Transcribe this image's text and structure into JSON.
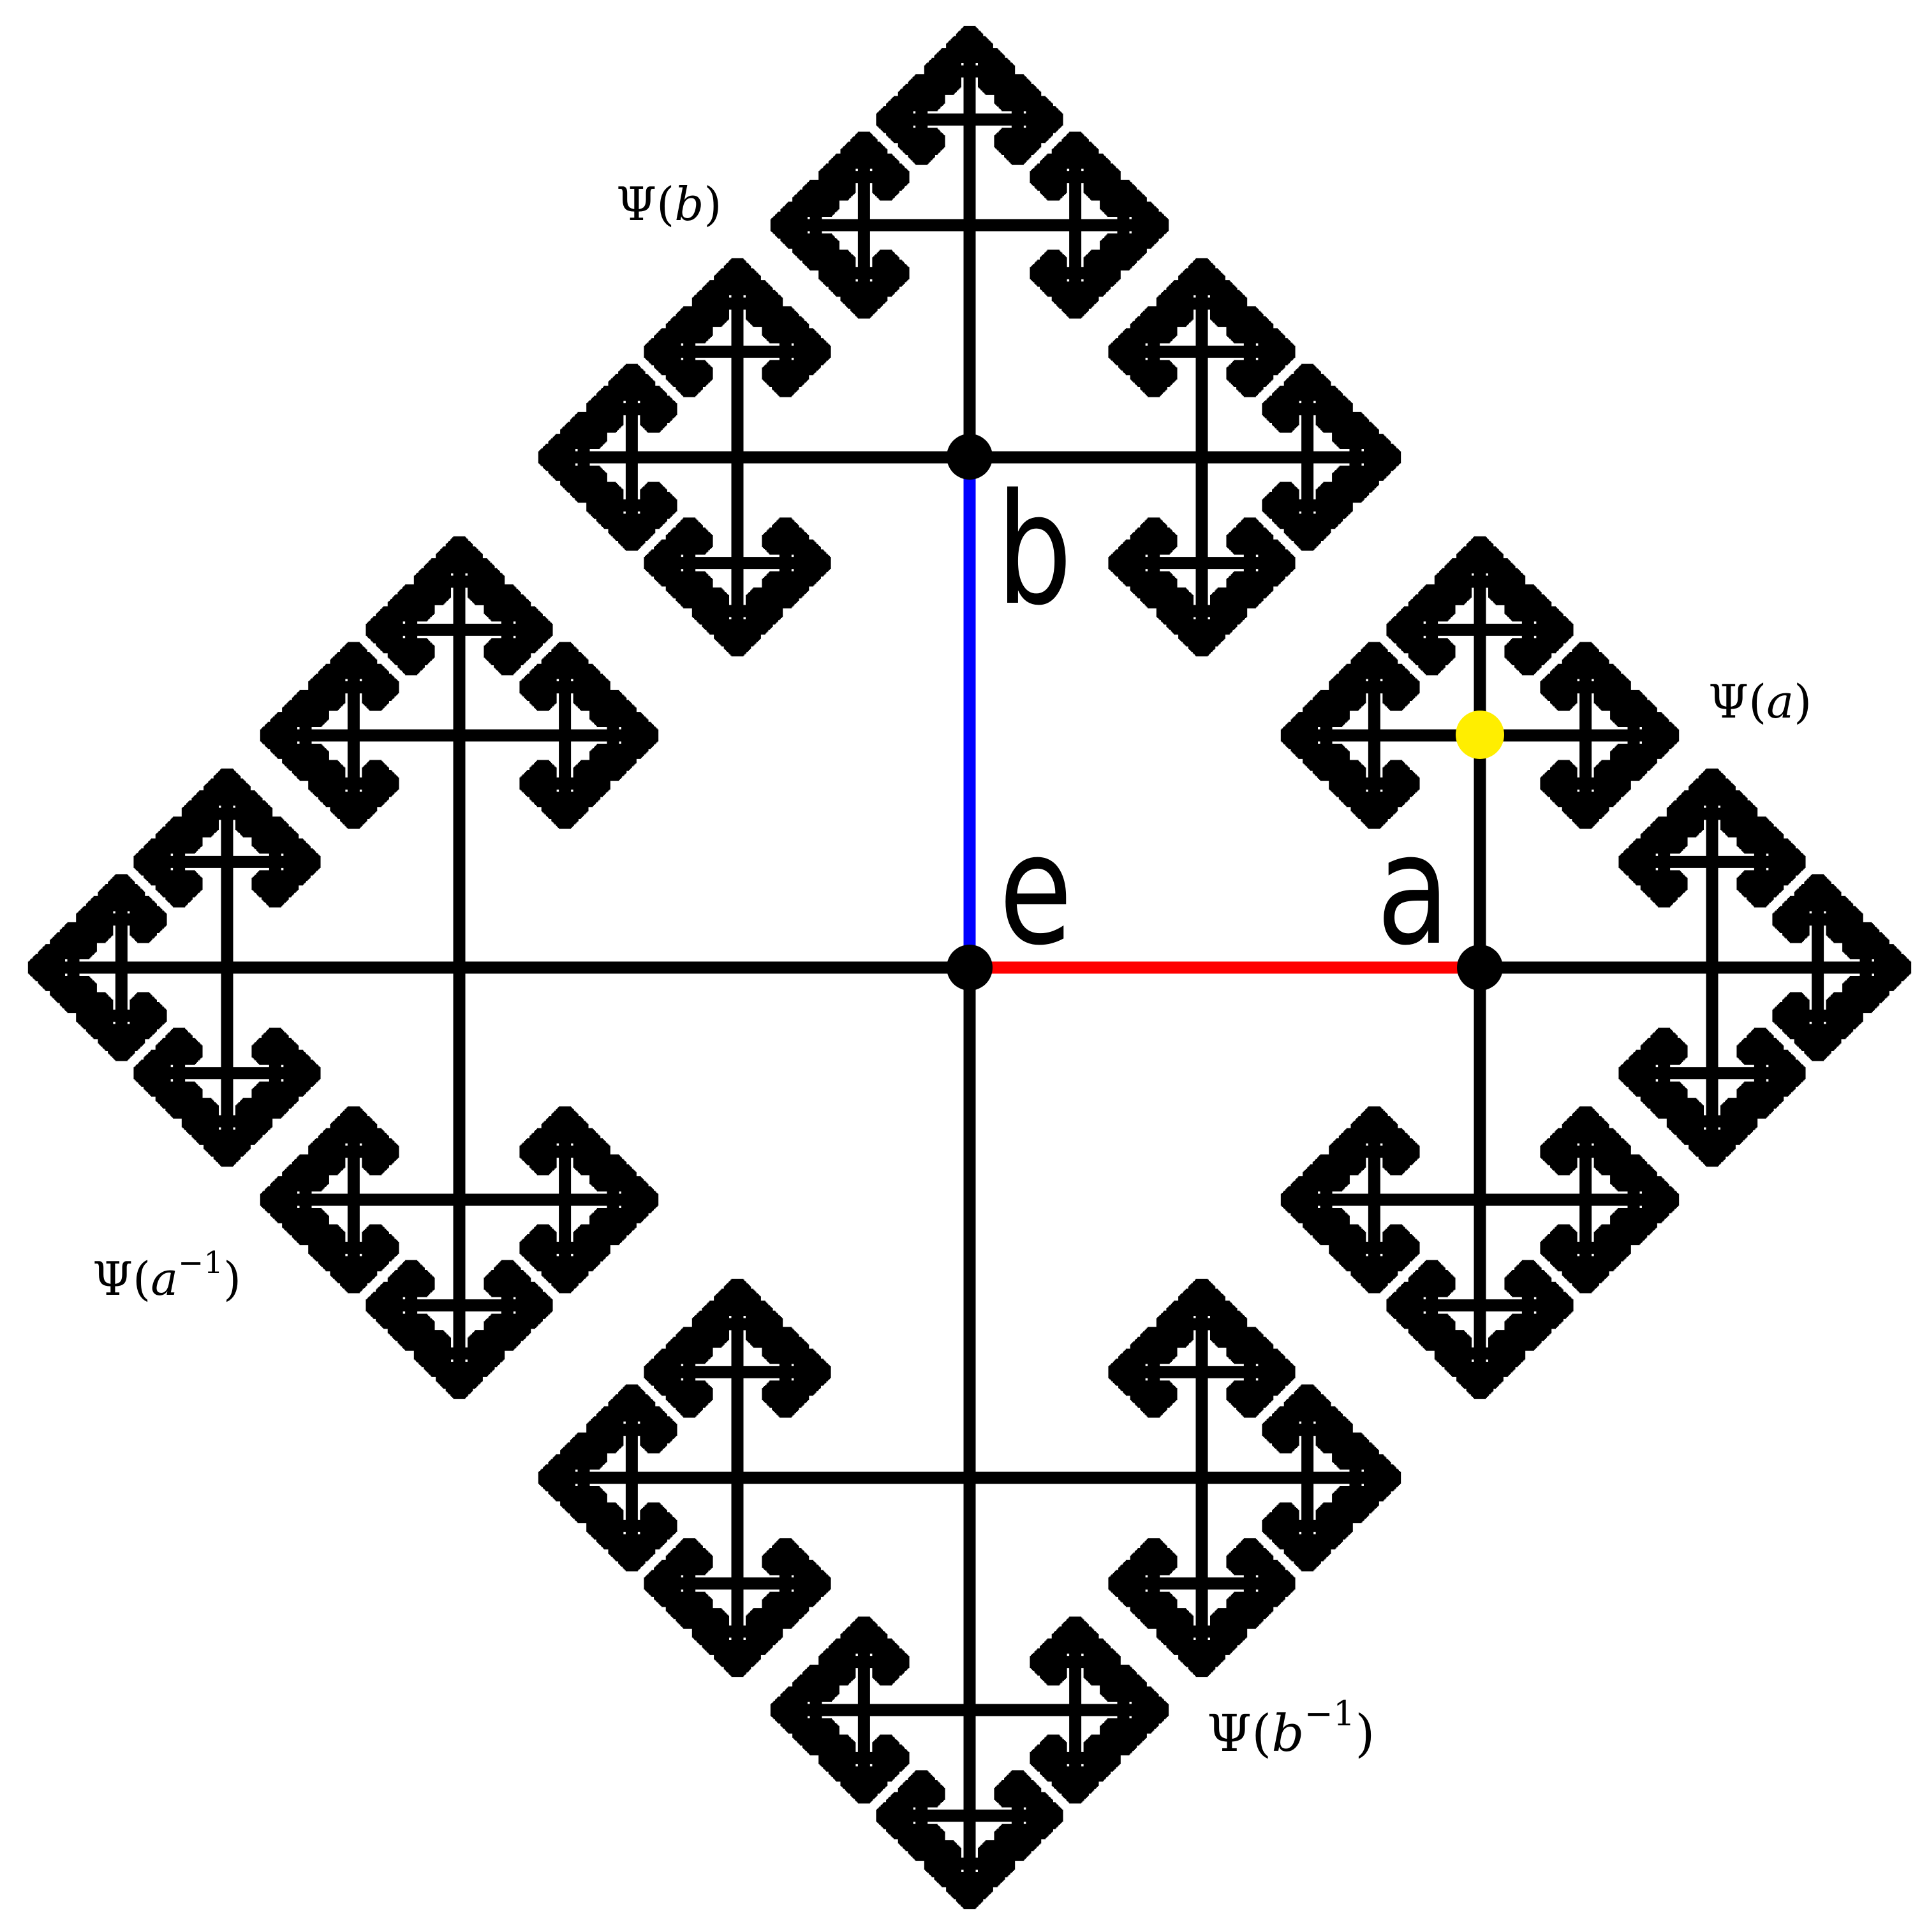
{
  "diagram": {
    "title": "Cayley graph of the free group on generators a and b",
    "generators": [
      "a",
      "b"
    ],
    "branch_ratio": 0.455,
    "depth": 9,
    "colors": {
      "tree": "#000000",
      "edge_a": "#ff0000",
      "edge_b": "#0000ff",
      "highlight_vertex": "#ffee00",
      "vertex": "#000000",
      "background": "#ffffff"
    },
    "vertices": {
      "identity": {
        "label": "e",
        "word": ""
      },
      "a": {
        "label": "a",
        "word": "a"
      },
      "b": {
        "label": "b",
        "word": "b"
      },
      "highlighted": {
        "word": "ab",
        "color_key": "highlight_vertex"
      }
    },
    "highlighted_edges": [
      {
        "from": "e",
        "to": "a",
        "color_key": "edge_a"
      },
      {
        "from": "e",
        "to": "b",
        "color_key": "edge_b"
      }
    ],
    "subtree_labels": [
      {
        "id": "psi-b",
        "prefix": "Ψ(",
        "var": "b",
        "sup": "",
        "suffix": ")"
      },
      {
        "id": "psi-a",
        "prefix": "Ψ(",
        "var": "a",
        "sup": "",
        "suffix": ")"
      },
      {
        "id": "psi-a-inv",
        "prefix": "Ψ(",
        "var": "a",
        "sup": "−1",
        "suffix": ")"
      },
      {
        "id": "psi-b-inv",
        "prefix": "Ψ(",
        "var": "b",
        "sup": "−1",
        "suffix": ")"
      }
    ]
  }
}
